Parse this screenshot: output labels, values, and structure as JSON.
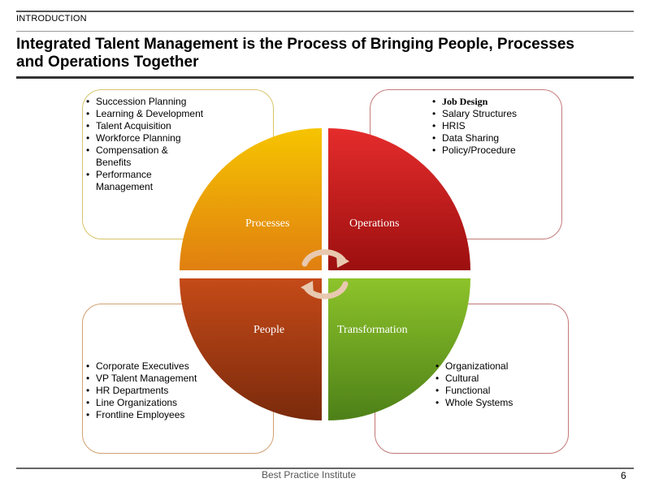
{
  "header": {
    "section_label": "INTRODUCTION",
    "title_line1": "Integrated Talent Management is the Process of Bringing People, Processes",
    "title_line2": "and Operations Together"
  },
  "diagram": {
    "quadrants": {
      "processes": {
        "label": "Processes",
        "color_top": "#f6c400",
        "color_bottom": "#e07f10"
      },
      "operations": {
        "label": "Operations",
        "color_top": "#e52c2c",
        "color_bottom": "#9c0f0f"
      },
      "people": {
        "label": "People",
        "color_top": "#c54a18",
        "color_bottom": "#7a2a0c"
      },
      "transformation": {
        "label": "Transformation",
        "color_top": "#8dc32a",
        "color_bottom": "#4d8018"
      }
    },
    "cycle_arrows_color": "#e8c9b0"
  },
  "boxes": {
    "processes": {
      "items": [
        "Succession Planning",
        "Learning & Development",
        "Talent Acquisition",
        "Workforce Planning",
        "Compensation & Benefits",
        "Performance Management"
      ]
    },
    "operations": {
      "items": [
        "Job Design",
        "Salary Structures",
        "HRIS",
        "Data Sharing",
        "Policy/Procedure"
      ]
    },
    "people": {
      "items": [
        "Corporate Executives",
        "VP Talent Management",
        "HR Departments",
        "Line Organizations",
        "Frontline Employees"
      ]
    },
    "transformation": {
      "items": [
        "Organizational",
        "Cultural",
        "Functional",
        "Whole Systems"
      ]
    }
  },
  "footer": {
    "source": "Best Practice Institute",
    "page_number": "6"
  }
}
